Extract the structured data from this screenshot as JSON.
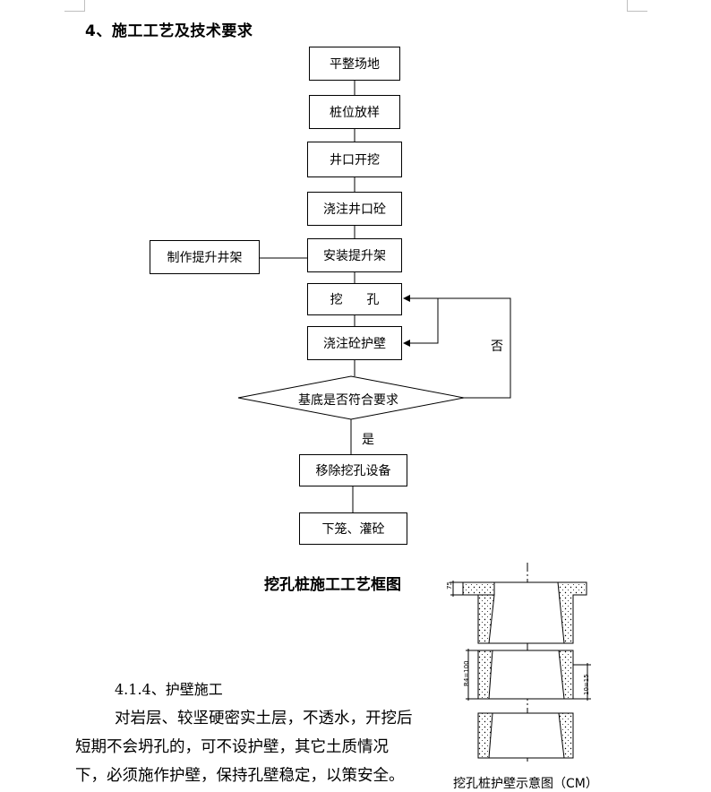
{
  "heading": "4、施工工艺及技术要求",
  "flowchart": {
    "steps": [
      "平整场地",
      "桩位放样",
      "井口开挖",
      "浇注井口砼",
      "安装提升架",
      "挖      孔",
      "浇注砼护壁"
    ],
    "side_step": "制作提升井架",
    "decision": "基底是否符合要求",
    "no_label": "否",
    "yes_label": "是",
    "after_steps": [
      "移除挖孔设备",
      "下笼、灌砼"
    ]
  },
  "flowchart_caption": "挖孔桩施工工艺框图",
  "section": {
    "title": "4.1.4、护壁施工",
    "paragraph_lines": [
      "对岩层、较坚硬密实土层，不透水，开挖后",
      "短期不会坍孔的，可不设护壁，其它土质情况",
      "下，必须施作护壁，保持孔壁稳定，以策安全。"
    ]
  },
  "diagram": {
    "dim_top": "75",
    "dim_left": "R4=100",
    "dim_right": "10=15",
    "caption": "挖孔桩护壁示意图（CM）"
  }
}
